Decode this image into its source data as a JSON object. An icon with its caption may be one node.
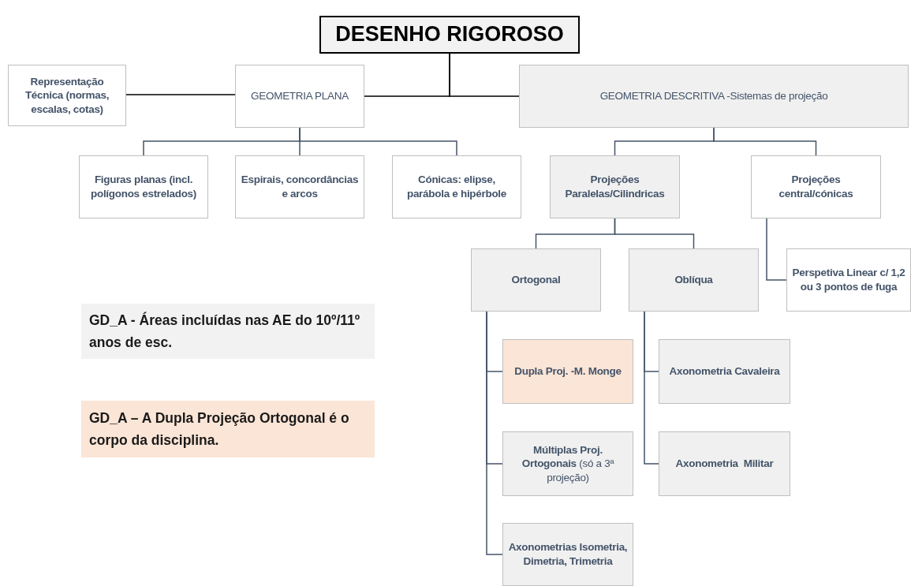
{
  "diagram": {
    "nodes": [
      {
        "text": [
          "DESENHO RIGOROSO"
        ]
      },
      {
        "text": [
          "Representação Técnica (normas, escalas, cotas)"
        ]
      },
      {
        "text": [
          "GEOMETRIA PLANA"
        ]
      },
      {
        "text": [
          "GEOMETRIA DESCRITIVA -Sistemas de projeção"
        ]
      },
      {
        "text": [
          "Figuras planas (incl. polígonos estrelados)"
        ]
      },
      {
        "text": [
          "Espirais, concordâncias e arcos"
        ]
      },
      {
        "text": [
          "Cónicas: elipse, parábola e hipérbole"
        ]
      },
      {
        "text": [
          "Projeções Paralelas/Cilindricas"
        ]
      },
      {
        "text": [
          "Projeções central/cónicas"
        ]
      },
      {
        "text": [
          "Ortogonal"
        ]
      },
      {
        "text": [
          "Oblíqua"
        ]
      },
      {
        "text": [
          "Perspetiva Linear c/ 1,2 ou 3 pontos de fuga"
        ]
      },
      {
        "text": [
          "Dupla Proj. -M. Monge"
        ]
      },
      {
        "text": [
          "**Múltiplas Proj. Ortogonais** (só a 3ª projeção)"
        ]
      },
      {
        "text": [
          "Axonometrias Isometria, Dimetria, Trimetria"
        ]
      },
      {
        "text": [
          "Axonometria Cavaleira"
        ]
      },
      {
        "text": [
          "Axonometria  Militar"
        ]
      }
    ],
    "edges": [
      {
        "from": 0,
        "to": 2,
        "arrow": "none",
        "color": "#000000"
      },
      {
        "from": 0,
        "to": 3,
        "arrow": "none",
        "color": "#000000"
      },
      {
        "from": 2,
        "to": 1,
        "arrow": "none",
        "color": "#000000"
      },
      {
        "from": 2,
        "to": 4,
        "arrow": "none"
      },
      {
        "from": 2,
        "to": 5,
        "arrow": "none"
      },
      {
        "from": 2,
        "to": 6,
        "arrow": "none"
      },
      {
        "from": 3,
        "to": 7,
        "arrow": "none"
      },
      {
        "from": 3,
        "to": 8,
        "arrow": "none"
      },
      {
        "from": 7,
        "to": 9,
        "arrow": "none"
      },
      {
        "from": 7,
        "to": 10,
        "arrow": "none"
      },
      {
        "from": 8,
        "to": 11,
        "arrow": "none"
      },
      {
        "from": 9,
        "to": 12,
        "arrow": "none"
      },
      {
        "from": 9,
        "to": 13,
        "arrow": "none"
      },
      {
        "from": 9,
        "to": 14,
        "arrow": "none"
      },
      {
        "from": 10,
        "to": 15,
        "arrow": "none"
      },
      {
        "from": 10,
        "to": 16,
        "arrow": "none"
      }
    ],
    "legend": [
      {
        "text": "GD_A - Áreas incluídas nas AE do 10º/11º anos de esc.",
        "color": "#f2f2f2"
      },
      {
        "text": "GD_A – A Dupla Projeção Ortogonal é o corpo da disciplina.",
        "color": "#fbe5d6"
      }
    ]
  }
}
